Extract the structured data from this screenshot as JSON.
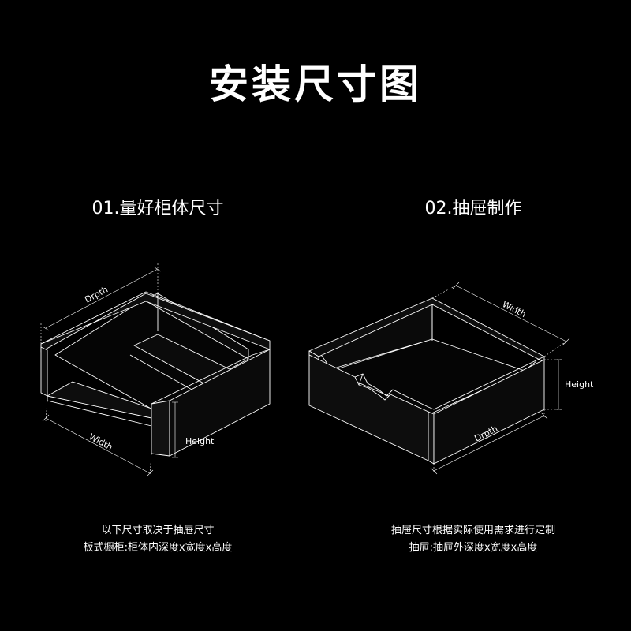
{
  "title": "安装尺寸图",
  "step1": {
    "heading": "01.量好柜体尺寸",
    "labels": {
      "depth": "Drpth",
      "width": "Width",
      "height": "Height"
    },
    "caption_line1": "以下尺寸取决于抽屉尺寸",
    "caption_line2": "板式橱柜:柜体内深度x宽度x高度"
  },
  "step2": {
    "heading": "02.抽屉制作",
    "labels": {
      "width": "Width",
      "height": "Height",
      "depth": "Drpth"
    },
    "caption_line1": "抽屉尺寸根据实际使用需求进行定制",
    "caption_line2": "抽屉:抽屉外深度x宽度x高度"
  },
  "colors": {
    "background": "#000000",
    "line": "#ffffff",
    "panel": "#0b0b0b"
  }
}
